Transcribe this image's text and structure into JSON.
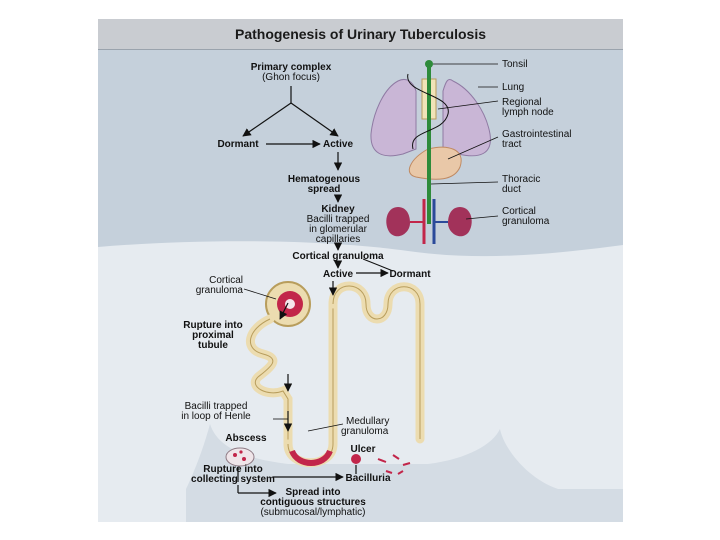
{
  "title": "Pathogenesis of Urinary Tuberculosis",
  "flow": {
    "primary_complex": "Primary complex",
    "ghon_focus": "(Ghon focus)",
    "dormant": "Dormant",
    "active": "Active",
    "hematogenous_1": "Hematogenous",
    "hematogenous_2": "spread",
    "kidney": "Kidney",
    "bacilli_1": "Bacilli trapped",
    "bacilli_2": "in glomerular",
    "bacilli_3": "capillaries",
    "cortical_granuloma": "Cortical granuloma",
    "active_2": "Active",
    "dormant_2": "Dormant"
  },
  "anatomy_labels": {
    "tonsil": "Tonsil",
    "lung": "Lung",
    "regional_1": "Regional",
    "regional_2": "lymph node",
    "gi_1": "Gastrointestinal",
    "gi_2": "tract",
    "thoracic_1": "Thoracic",
    "thoracic_2": "duct",
    "cortical_1": "Cortical",
    "cortical_2": "granuloma"
  },
  "nephron_labels": {
    "cortical_1": "Cortical",
    "cortical_2": "granuloma",
    "rupture_1": "Rupture into",
    "rupture_2": "proximal",
    "rupture_3": "tubule",
    "henle_1": "Bacilli trapped",
    "henle_2": "in loop of Henle",
    "medullary_1": "Medullary",
    "medullary_2": "granuloma",
    "abscess": "Abscess",
    "ulcer": "Ulcer",
    "rupture_collect_1": "Rupture into",
    "rupture_collect_2": "collecting system",
    "bacilluria": "Bacilluria",
    "spread_1": "Spread into",
    "spread_2": "contiguous structures",
    "spread_3": "(submucosal/lymphatic)"
  },
  "colors": {
    "panel_bg": "#c5d0db",
    "tissue": "#e6ebf0",
    "tubule": "#ecdcb0",
    "granuloma": "#c2264a",
    "lung": "#c9b6d6",
    "stomach": "#e9c8a8",
    "kidney": "#a2325a",
    "duct": "#2e8b3a"
  }
}
